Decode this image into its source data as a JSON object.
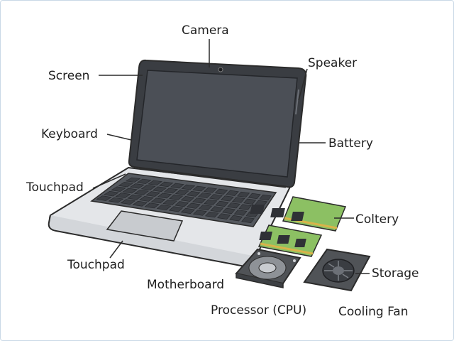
{
  "labels": {
    "camera": "Camera",
    "screen": "Screen",
    "speaker": "Speaker",
    "keyboard": "Keyboard",
    "battery": "Battery",
    "touchpad_upper": "Touchpad",
    "touchpad_lower": "Touchpad",
    "coltery": "Coltery",
    "storage": "Storage",
    "motherboard": "Motherboard",
    "processor": "Processor (CPU)",
    "cooling_fan": "Cooling Fan"
  },
  "colors": {
    "outline": "#2b2b2b",
    "body": "#e4e6e9",
    "bezel": "#3a3d42",
    "screen": "#4b4f56",
    "key": "#3c3f44",
    "touchpad": "#c8cbcf",
    "ram_board": "#8cc063",
    "chip": "#2f3136",
    "part_body": "#505357"
  }
}
